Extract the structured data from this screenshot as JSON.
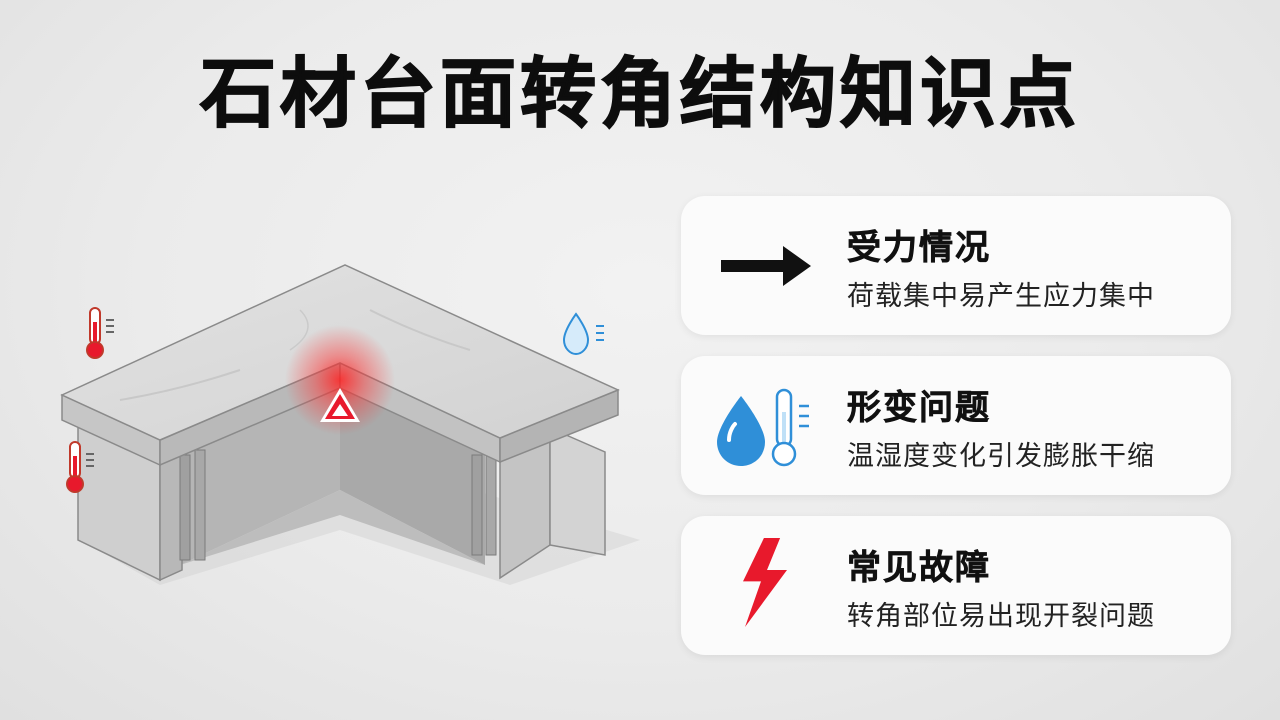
{
  "title": "石材台面转角结构知识点",
  "cards": [
    {
      "title": "受力情况",
      "desc": "荷载集中易产生应力集中",
      "icon": "arrow-right-icon"
    },
    {
      "title": "形变问题",
      "desc": "温湿度变化引发膨胀干缩",
      "icon": "water-drop-thermometer-icon"
    },
    {
      "title": "常见故障",
      "desc": "转角部位易出现开裂问题",
      "icon": "lightning-icon"
    }
  ],
  "colors": {
    "warning_red": "#e8192c",
    "water_blue": "#2f8fd8",
    "stone_gray": "#d9d9d9",
    "text_dark": "#111111"
  }
}
